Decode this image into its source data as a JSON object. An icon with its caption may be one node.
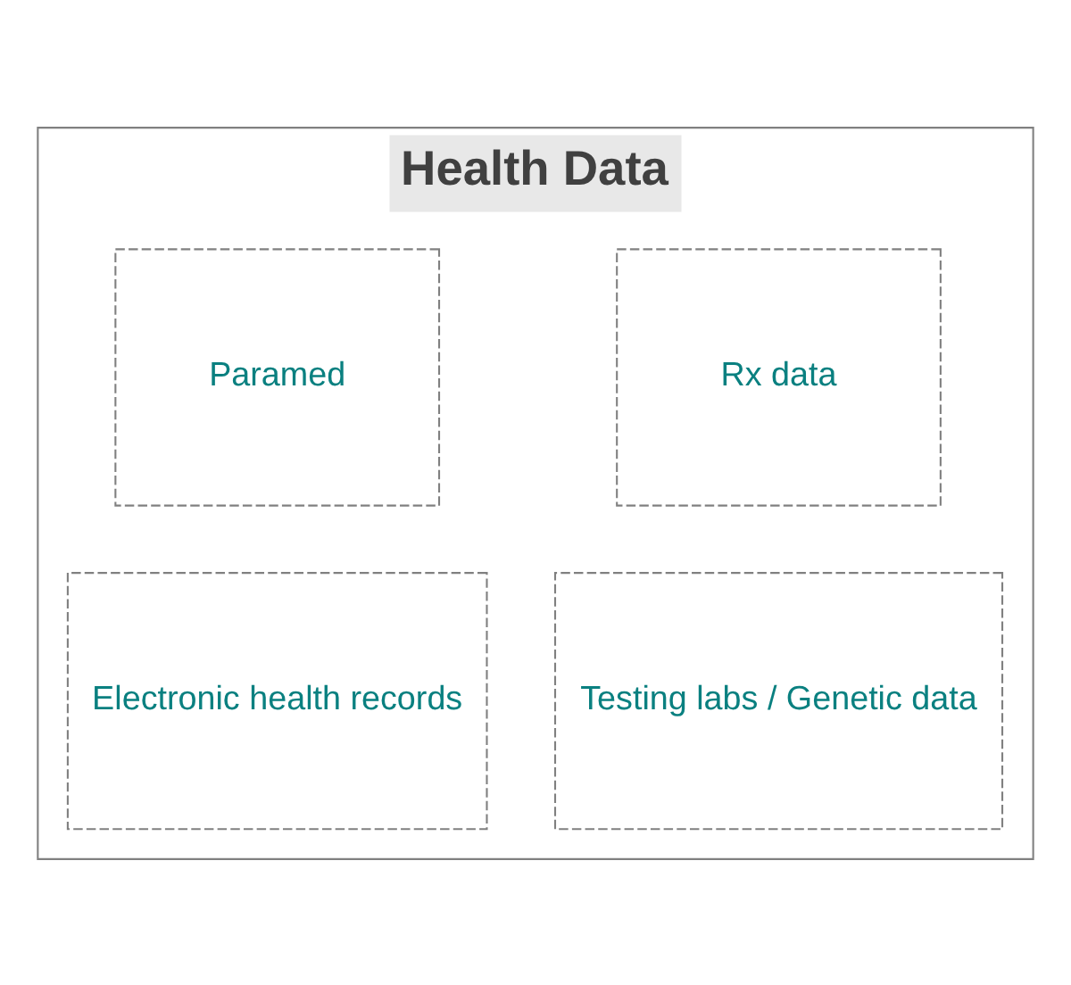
{
  "diagram": {
    "nodes": [
      {
        "text": [
          "Health Data"
        ]
      },
      {
        "text": [
          "Rx data"
        ],
        "in": 0
      },
      {
        "text": [
          "Paramed"
        ],
        "in": 0
      },
      {
        "text": [
          "Testing labs / Genetic data"
        ],
        "in": 0
      },
      {
        "text": [
          "Electronic health records"
        ],
        "in": 0
      }
    ]
  }
}
